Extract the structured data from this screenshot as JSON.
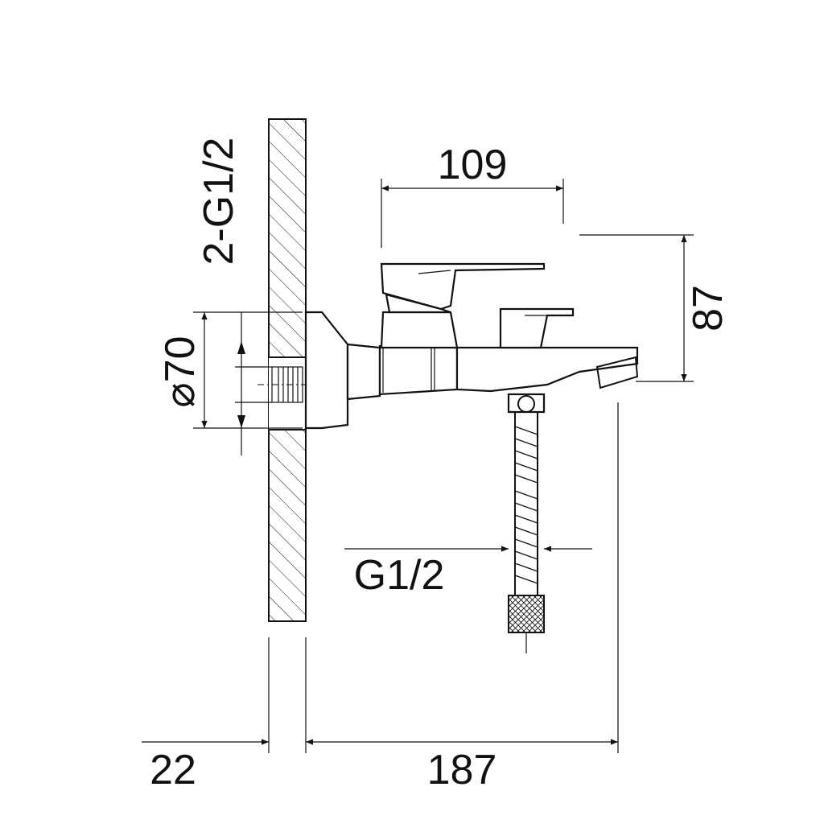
{
  "dimensions": {
    "top_width": "109",
    "height": "87",
    "connection_thread": "2-G1/2",
    "flange_diameter_symbol": "⌀",
    "flange_diameter": "70",
    "hose_thread": "G1/2",
    "wall_offset": "22",
    "projection": "187"
  },
  "colors": {
    "line": "#111111",
    "background": "#ffffff"
  }
}
